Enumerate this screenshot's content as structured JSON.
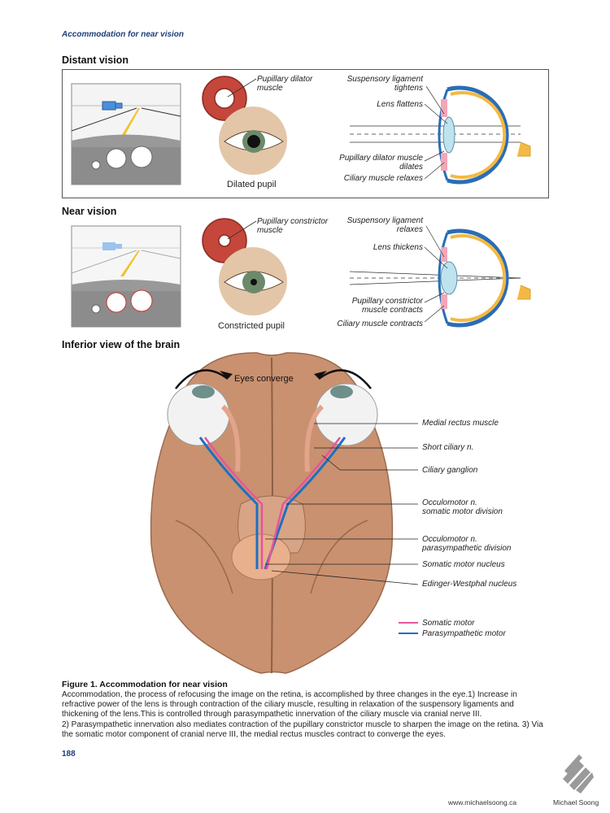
{
  "header": {
    "title": "Accommodation for near vision"
  },
  "distant": {
    "title": "Distant vision",
    "muscle_label": "Pupillary dilator muscle",
    "pupil_caption": "Dilated pupil",
    "eye_labels": {
      "ligament": "Suspensory ligament tightens",
      "lens": "Lens flattens",
      "pupil_muscle": "Pupillary dilator muscle dilates",
      "ciliary": "Ciliary muscle relaxes"
    }
  },
  "near": {
    "title": "Near vision",
    "muscle_label": "Pupillary constrictor muscle",
    "pupil_caption": "Constricted pupil",
    "eye_labels": {
      "ligament": "Suspensory ligament relaxes",
      "lens": "Lens thickens",
      "pupil_muscle": "Pupillary constrictor muscle contracts",
      "ciliary": "Ciliary muscle contracts"
    }
  },
  "brain": {
    "title": "Inferior view  of the brain",
    "converge": "Eyes converge",
    "labels": {
      "medial_rectus": "Medial rectus muscle",
      "short_ciliary": "Short ciliary n.",
      "ciliary_ganglion": "Ciliary ganglion",
      "occ_somatic_1": "Occulomotor n.",
      "occ_somatic_2": "somatic motor division",
      "occ_para_1": "Occulomotor n.",
      "occ_para_2": "parasympathetic division",
      "somatic_nucleus": "Somatic motor nucleus",
      "ew_nucleus": "Edinger-Westphal nucleus"
    },
    "legend": [
      {
        "label": "Somatic motor",
        "color": "#e8559a"
      },
      {
        "label": "Parasympathetic motor",
        "color": "#1f6fc0"
      }
    ]
  },
  "figure": {
    "title": "Figure 1. Accommodation for near vision",
    "body": "Accommodation, the process of refocusing the image on the retina, is accomplished by three changes in the eye.1) Increase in refractive power of the lens is through contraction of the ciliary muscle, resulting in relaxation of the suspensory ligaments and thickening of the lens.This is controlled through parasympathetic innervation of the ciliary muscle via cranial nerve III.\n2) Parasympathetic innervation also mediates contraction of the pupillary constrictor muscle to sharpen the image on the retina. 3) Via the somatic motor component of cranial nerve III, the medial rectus muscles contract to converge the eyes."
  },
  "footer": {
    "page_number": "188",
    "website": "www.michaelsoong.ca",
    "author": "Michael Soong"
  },
  "colors": {
    "heading_blue": "#1d3f7a",
    "somatic": "#e8559a",
    "parasympathetic": "#1f6fc0"
  }
}
